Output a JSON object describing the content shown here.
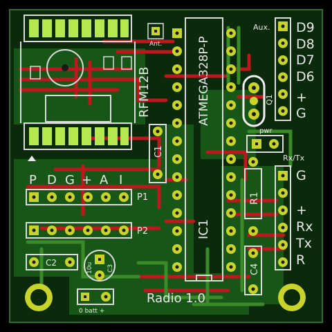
{
  "board": {
    "title": "Radio 1.0",
    "colors": {
      "substrate": "#0b2a0b",
      "pour": "#1b5e1b",
      "trace_top": "#c0161e",
      "trace_bottom": "#3a8a2a",
      "pad": "#c8d42a",
      "silk": "#e8e8e8"
    }
  },
  "components": {
    "rfm": "RFM12B",
    "rfm_ant": "Ant.",
    "mcu": "ATMEGA328P-P",
    "ic1": "IC1",
    "c1": "C1",
    "c2": "C2",
    "c3": "C3",
    "c3_value": "10u",
    "c4": "C4",
    "r1": "R1",
    "q1": "Q1",
    "pwr": "pwr",
    "p1": "P1",
    "p2": "P2"
  },
  "header_p1_labels": [
    "P",
    "D",
    "G",
    "+",
    "A",
    "I"
  ],
  "aux": {
    "label": "Aux.",
    "pins": [
      "D9",
      "D8",
      "D7",
      "D6",
      "+",
      "G"
    ]
  },
  "serial": {
    "label": "Rx/Tx",
    "pins": [
      "G",
      "+",
      "Rx",
      "Tx",
      "R"
    ]
  },
  "battery": {
    "label": "0 batt +"
  },
  "icons": [
    "mounting-hole-icon",
    "antenna-pad-icon",
    "crystal-icon",
    "triangle-marker-icon"
  ]
}
